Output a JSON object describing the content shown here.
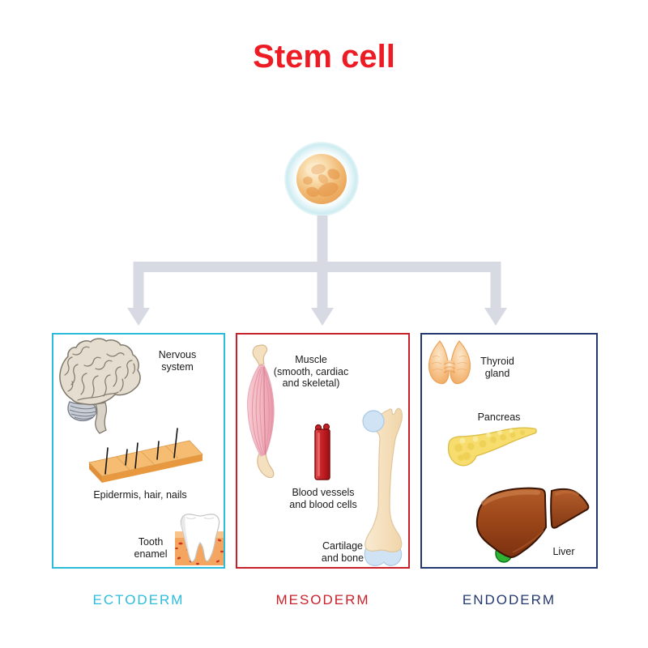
{
  "title": {
    "text": "Stem cell",
    "color": "#ed1c24"
  },
  "arrows": {
    "color": "#d8dae3"
  },
  "cell": {
    "name": "stem cell"
  },
  "branches": {
    "ectoderm": {
      "label": "ECTODERM",
      "color": "#2cbcdb",
      "items": {
        "nervous": {
          "lines": [
            "Nervous",
            "system"
          ]
        },
        "skin": {
          "lines": [
            "Epidermis, hair, nails"
          ]
        },
        "tooth": {
          "lines": [
            "Tooth",
            "enamel"
          ]
        }
      }
    },
    "mesoderm": {
      "label": "MESODERM",
      "color": "#c8212a",
      "items": {
        "muscle": {
          "lines": [
            "Muscle",
            "(smooth, cardiac",
            "and skeletal)"
          ]
        },
        "blood": {
          "lines": [
            "Blood vessels",
            "and blood cells"
          ]
        },
        "bone": {
          "lines": [
            "Cartilage",
            "and bone"
          ]
        }
      }
    },
    "endoderm": {
      "label": "ENDODERM",
      "color": "#24396f",
      "items": {
        "thyroid": {
          "lines": [
            "Thyroid",
            "gland"
          ]
        },
        "pancreas": {
          "lines": [
            "Pancreas"
          ]
        },
        "liver": {
          "lines": [
            "Liver"
          ]
        }
      }
    }
  }
}
